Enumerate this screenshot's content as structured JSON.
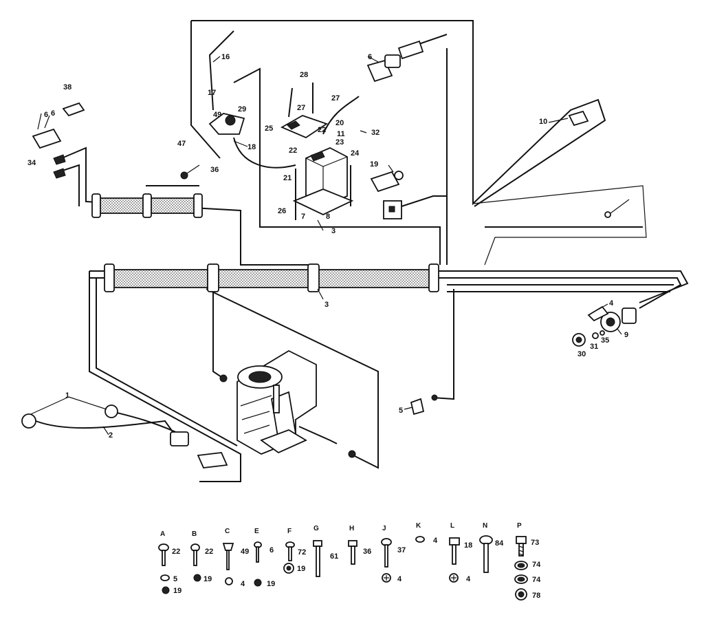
{
  "callouts": [
    {
      "id": "c1",
      "text": "1"
    },
    {
      "id": "c2",
      "text": "2"
    },
    {
      "id": "c3a",
      "text": "3"
    },
    {
      "id": "c3b",
      "text": "3"
    },
    {
      "id": "c4",
      "text": "4"
    },
    {
      "id": "c5",
      "text": "5"
    },
    {
      "id": "c6a",
      "text": "6"
    },
    {
      "id": "c6b",
      "text": "6"
    },
    {
      "id": "c6c",
      "text": "6"
    },
    {
      "id": "c7",
      "text": "7"
    },
    {
      "id": "c8",
      "text": "8"
    },
    {
      "id": "c9",
      "text": "9"
    },
    {
      "id": "c10",
      "text": "10"
    },
    {
      "id": "c11",
      "text": "11"
    },
    {
      "id": "c16",
      "text": "16"
    },
    {
      "id": "c17",
      "text": "17"
    },
    {
      "id": "c18",
      "text": "18"
    },
    {
      "id": "c19",
      "text": "19"
    },
    {
      "id": "c20",
      "text": "20"
    },
    {
      "id": "c21",
      "text": "21"
    },
    {
      "id": "c22a",
      "text": "22"
    },
    {
      "id": "c22b",
      "text": "22"
    },
    {
      "id": "c23",
      "text": "23"
    },
    {
      "id": "c24",
      "text": "24"
    },
    {
      "id": "c25",
      "text": "25"
    },
    {
      "id": "c26",
      "text": "26"
    },
    {
      "id": "c27a",
      "text": "27"
    },
    {
      "id": "c27b",
      "text": "27"
    },
    {
      "id": "c28",
      "text": "28"
    },
    {
      "id": "c29",
      "text": "29"
    },
    {
      "id": "c30",
      "text": "30"
    },
    {
      "id": "c31",
      "text": "31"
    },
    {
      "id": "c32",
      "text": "32"
    },
    {
      "id": "c34",
      "text": "34"
    },
    {
      "id": "c35",
      "text": "35"
    },
    {
      "id": "c36",
      "text": "36"
    },
    {
      "id": "c38",
      "text": "38"
    },
    {
      "id": "c47",
      "text": "47"
    },
    {
      "id": "c49",
      "text": "49"
    }
  ],
  "hardware_groups": [
    {
      "letter": "A",
      "main": "22",
      "washers": [
        "5",
        "19"
      ]
    },
    {
      "letter": "B",
      "main": "22",
      "washers": [
        "19"
      ]
    },
    {
      "letter": "C",
      "main": "49",
      "washers": [
        "4"
      ]
    },
    {
      "letter": "E",
      "main": "6",
      "washers": [
        "19"
      ]
    },
    {
      "letter": "F",
      "main": "72",
      "washers": [
        "19"
      ]
    },
    {
      "letter": "G",
      "main": "61",
      "washers": []
    },
    {
      "letter": "H",
      "main": "36",
      "washers": []
    },
    {
      "letter": "J",
      "main": "37",
      "washers": [
        "4"
      ]
    },
    {
      "letter": "K",
      "main": "4",
      "washers": []
    },
    {
      "letter": "L",
      "main": "18",
      "washers": [
        "4"
      ]
    },
    {
      "letter": "N",
      "main": "84",
      "washers": []
    },
    {
      "letter": "P",
      "main": "73",
      "washers": [
        "74",
        "74",
        "78"
      ]
    }
  ]
}
